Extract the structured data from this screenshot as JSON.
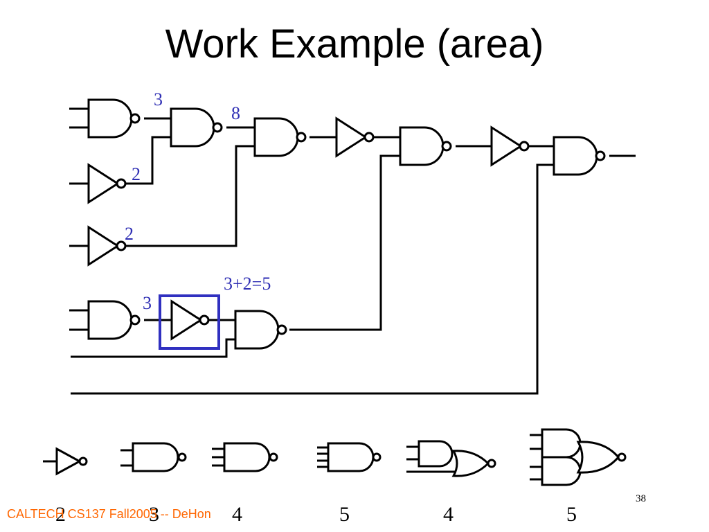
{
  "slide": {
    "title": "Work Example (area)",
    "annotations": {
      "nand1_out": "3",
      "nand2_out": "8",
      "inv1_out": "2",
      "inv2_out": "2",
      "sum_label": "3+2=5",
      "nand_low_out": "3"
    },
    "gate_costs": [
      "2",
      "3",
      "4",
      "5",
      "4",
      "5"
    ],
    "footer": "CALTECH CS137 Fall2005 -- DeHon",
    "page_number": "38",
    "colors": {
      "annotation": "#2f2fb4",
      "highlight_box": "#3030c0",
      "footer": "#ff6600"
    }
  }
}
